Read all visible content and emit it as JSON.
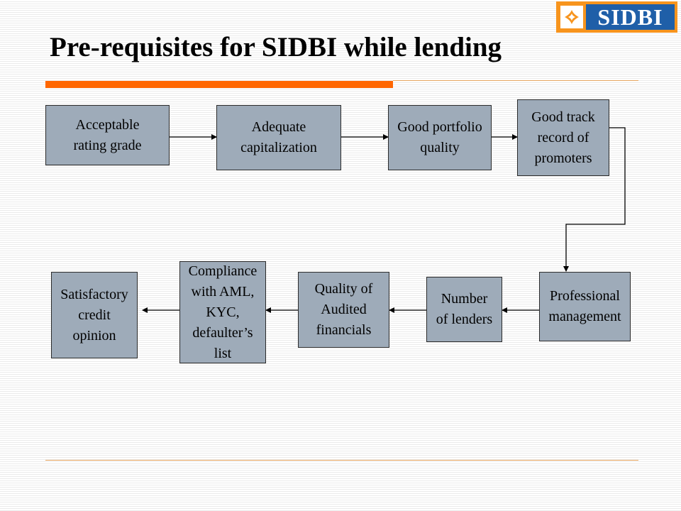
{
  "slide": {
    "title": "Pre-requisites for SIDBI while lending",
    "logo_text": "SIDBI"
  },
  "flow": {
    "steps": [
      {
        "id": "step-1",
        "label": "Acceptable\nrating grade"
      },
      {
        "id": "step-2",
        "label": "Adequate\ncapitalization"
      },
      {
        "id": "step-3",
        "label": "Good portfolio\nquality"
      },
      {
        "id": "step-4",
        "label": "Good track\nrecord of\npromoters"
      },
      {
        "id": "step-5",
        "label": "Professional\nmanagement"
      },
      {
        "id": "step-6",
        "label": "Number\nof lenders"
      },
      {
        "id": "step-7",
        "label": "Quality of\nAudited\nfinancials"
      },
      {
        "id": "step-8",
        "label": "Compliance\nwith AML,\nKYC,\ndefaulter’s\nlist"
      },
      {
        "id": "step-9",
        "label": "Satisfactory\ncredit\nopinion"
      }
    ],
    "colors": {
      "box_fill": "#9eabb9",
      "accent": "#ff6600",
      "logo_orange": "#f7941d",
      "logo_blue": "#1f5fa8"
    }
  }
}
